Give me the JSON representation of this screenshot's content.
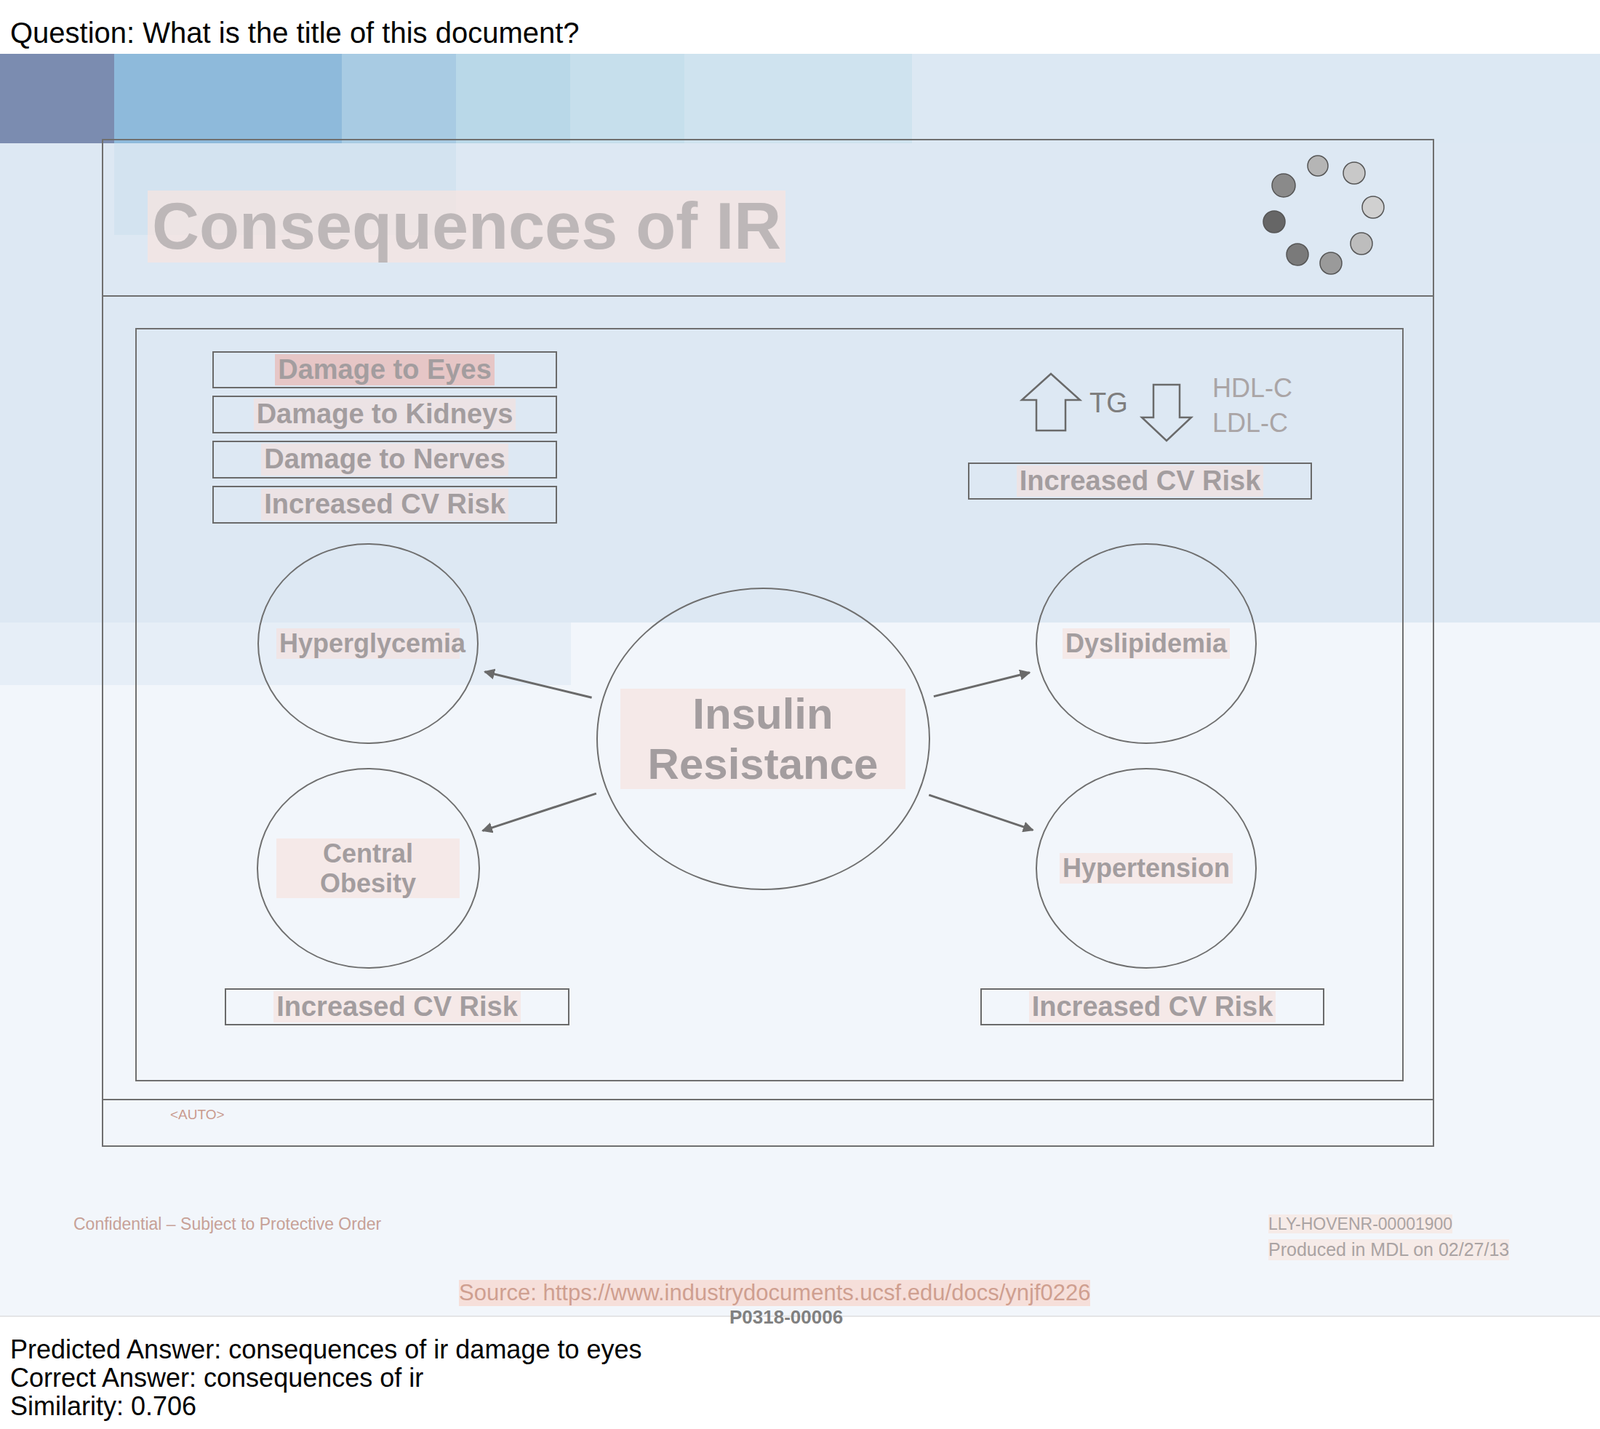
{
  "diagram": {
    "title": "Consequences of IR",
    "nodes": [
      {
        "text": [
          "Damage to Eyes"
        ]
      },
      {
        "text": [
          "Damage to Kidneys"
        ]
      },
      {
        "text": [
          "Damage to Nerves"
        ]
      },
      {
        "text": [
          "Increased CV Risk"
        ]
      },
      {
        "text": [
          "Increased CV Risk"
        ]
      },
      {
        "text": [
          "Hyperglycemia"
        ]
      },
      {
        "text": [
          "Dyslipidemia"
        ]
      },
      {
        "text": [
          "Insulin Resistance"
        ]
      },
      {
        "text": [
          "Central Obesity"
        ]
      },
      {
        "text": [
          "Hypertension"
        ]
      },
      {
        "text": [
          "Increased CV Risk"
        ]
      },
      {
        "text": [
          "Increased CV Risk"
        ]
      }
    ],
    "edges": [
      {
        "from": 7,
        "to": 5,
        "arrow": "to"
      },
      {
        "from": 7,
        "to": 6,
        "arrow": "to"
      },
      {
        "from": 7,
        "to": 8,
        "arrow": "to"
      },
      {
        "from": 7,
        "to": 9,
        "arrow": "to"
      }
    ],
    "labels": [
      "Question: What is the title of this document?",
      "TG",
      "HDL-C",
      "LDL-C",
      "<AUTO>",
      "Confidential – Subject to Protective Order",
      "LLY-HOVENR-00001900",
      "Produced in MDL on 02/27/13",
      "Source: https://www.industrydocuments.ucsf.edu/docs/ynjf0226",
      "P0318-00006",
      "Predicted Answer: consequences of ir damage to eyes",
      "Correct Answer: consequences of ir",
      "Similarity: 0.706"
    ]
  }
}
